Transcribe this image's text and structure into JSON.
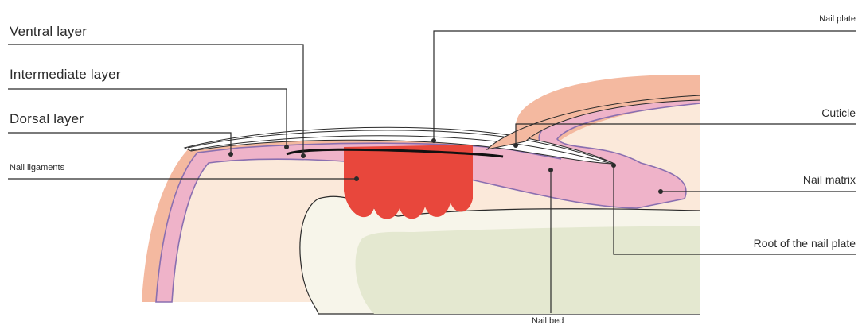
{
  "labels": {
    "ventral_layer": "Ventral layer",
    "intermediate_layer": "Intermediate layer",
    "dorsal_layer": "Dorsal layer",
    "nail_ligaments": "Nail ligaments",
    "nail_plate": "Nail plate",
    "cuticle": "Cuticle",
    "nail_matrix": "Nail matrix",
    "root_of_nail_plate": "Root of the nail plate",
    "nail_bed": "Nail bed"
  },
  "colors": {
    "skin": "#f4b9a0",
    "pink_tissue": "#efb3c9",
    "purple_outline": "#8a6fb0",
    "dermis": "#fbe9da",
    "bone_cortex": "#f7f5ea",
    "bone_marrow": "#e4e8d0",
    "ligament_red": "#e8473c",
    "nail_white": "#ffffff",
    "line": "#2b2b2b"
  }
}
